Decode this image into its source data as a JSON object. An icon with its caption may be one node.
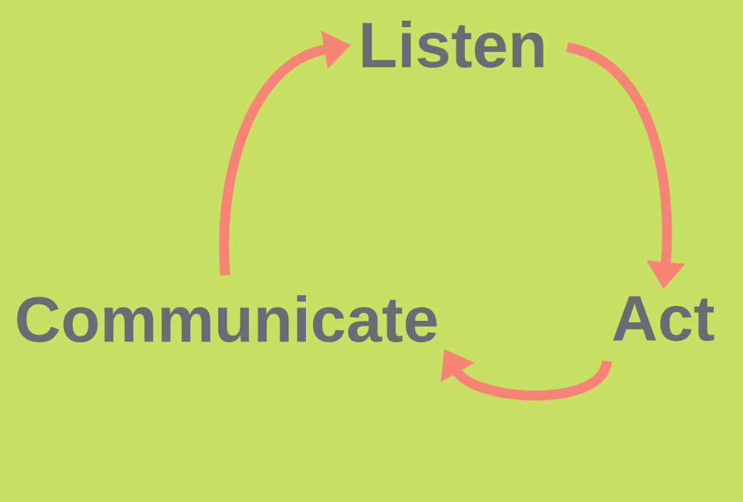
{
  "diagram": {
    "nodes": [
      {
        "text": [
          "Listen"
        ]
      },
      {
        "text": [
          "Act"
        ]
      },
      {
        "text": [
          "Communicate"
        ]
      }
    ],
    "edges": [
      {
        "from": 0,
        "to": 1,
        "arrow": "to"
      },
      {
        "from": 1,
        "to": 2,
        "arrow": "to"
      },
      {
        "from": 2,
        "to": 0,
        "arrow": "to"
      }
    ]
  }
}
